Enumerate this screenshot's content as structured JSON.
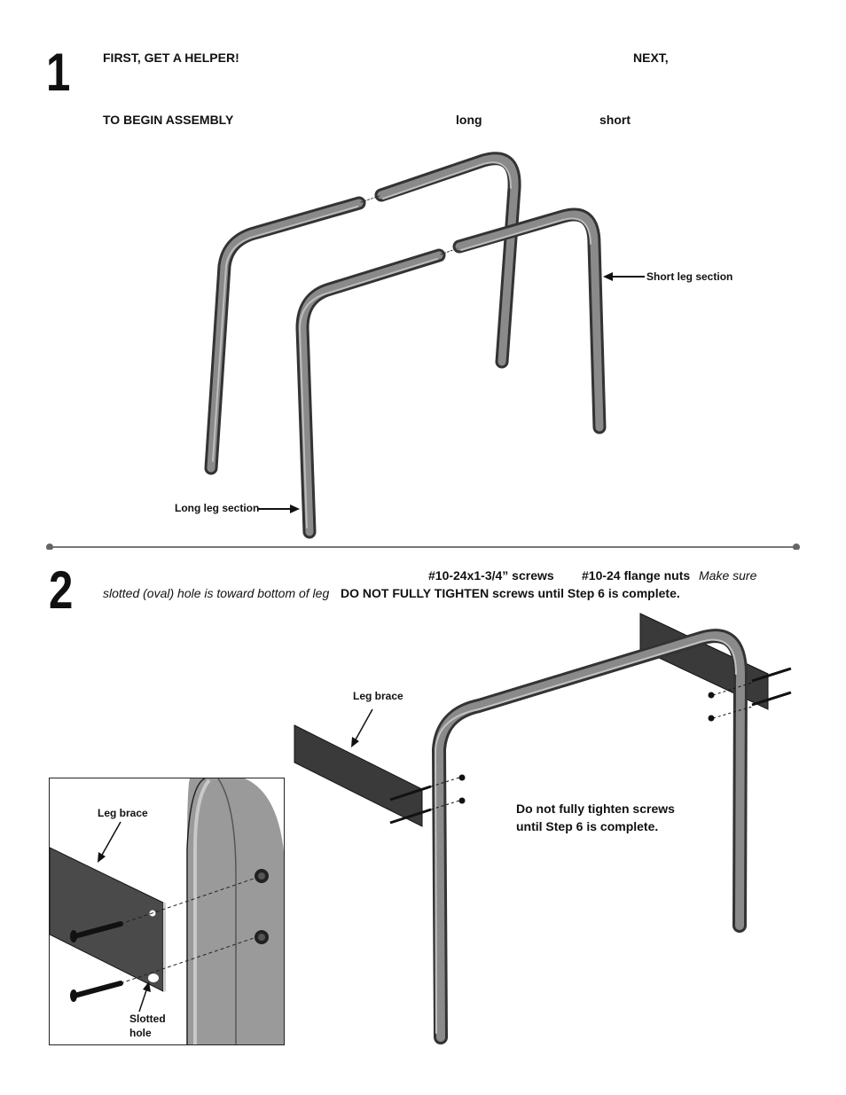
{
  "step1": {
    "number": "1",
    "line1_a": "FIRST, GET A HELPER!",
    "line1_b": "NEXT,",
    "line2_a": "TO BEGIN ASSEMBLY",
    "line2_b": "long",
    "line2_c": "short",
    "label_short_leg": "Short leg section",
    "label_long_leg": "Long leg section"
  },
  "step2": {
    "number": "2",
    "screws": "#10-24x1-3/4” screws",
    "nuts": "#10-24 flange nuts",
    "make_sure": "Make sure",
    "slotted_note": "slotted (oval) hole is toward bottom of leg",
    "warning": "DO NOT FULLY TIGHTEN screws until Step 6 is complete.",
    "label_leg_brace": "Leg brace",
    "note_line1": "Do not fully tighten screws",
    "note_line2": "until Step 6 is complete.",
    "inset_leg_brace": "Leg brace",
    "inset_slotted_1": "Slotted",
    "inset_slotted_2": "hole"
  }
}
